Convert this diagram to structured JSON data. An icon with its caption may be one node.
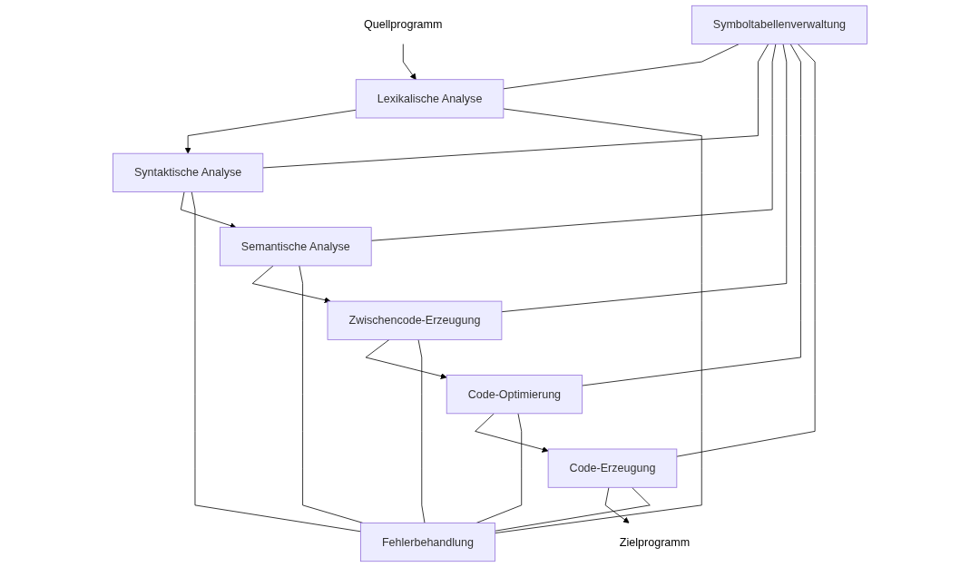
{
  "diagram": {
    "nodes": [
      {
        "text": [
          "Quellprogramm"
        ]
      },
      {
        "text": [
          "Lexikalische Analyse"
        ]
      },
      {
        "text": [
          "Syntaktische Analyse"
        ]
      },
      {
        "text": [
          "Semantische Analyse"
        ]
      },
      {
        "text": [
          "Zwischencode-Erzeugung"
        ]
      },
      {
        "text": [
          "Code-Optimierung"
        ]
      },
      {
        "text": [
          "Code-Erzeugung"
        ]
      },
      {
        "text": [
          "Zielprogramm"
        ]
      },
      {
        "text": [
          "Symboltabellenverwaltung"
        ]
      },
      {
        "text": [
          "Fehlerbehandlung"
        ]
      }
    ],
    "edges": [
      {
        "from": 0,
        "to": 1,
        "arrow": "to"
      },
      {
        "from": 1,
        "to": 2,
        "arrow": "to"
      },
      {
        "from": 2,
        "to": 3,
        "arrow": "to"
      },
      {
        "from": 3,
        "to": 4,
        "arrow": "to"
      },
      {
        "from": 4,
        "to": 5,
        "arrow": "to"
      },
      {
        "from": 5,
        "to": 6,
        "arrow": "to"
      },
      {
        "from": 6,
        "to": 7,
        "arrow": "to"
      },
      {
        "from": 8,
        "to": 1,
        "arrow": "none"
      },
      {
        "from": 8,
        "to": 2,
        "arrow": "none"
      },
      {
        "from": 8,
        "to": 3,
        "arrow": "none"
      },
      {
        "from": 8,
        "to": 4,
        "arrow": "none"
      },
      {
        "from": 8,
        "to": 5,
        "arrow": "none"
      },
      {
        "from": 8,
        "to": 6,
        "arrow": "none"
      },
      {
        "from": 1,
        "to": 9,
        "arrow": "none"
      },
      {
        "from": 2,
        "to": 9,
        "arrow": "none"
      },
      {
        "from": 3,
        "to": 9,
        "arrow": "none"
      },
      {
        "from": 4,
        "to": 9,
        "arrow": "none"
      },
      {
        "from": 5,
        "to": 9,
        "arrow": "none"
      },
      {
        "from": 6,
        "to": 9,
        "arrow": "none"
      }
    ]
  }
}
